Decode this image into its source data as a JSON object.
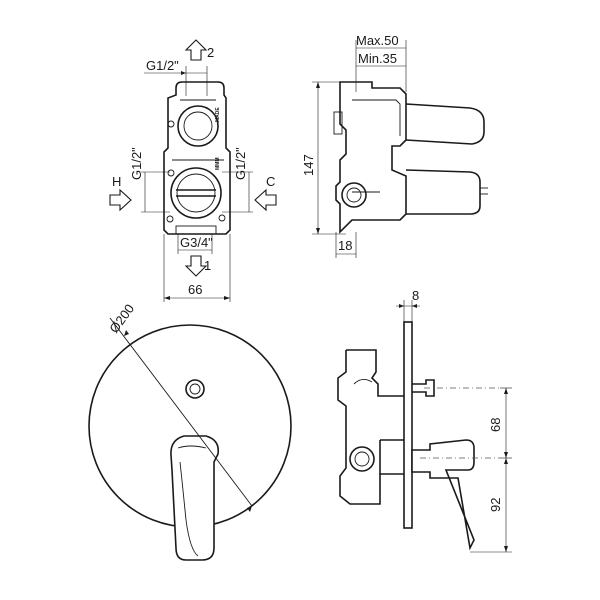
{
  "labels": {
    "thread_top": "G1/2\"",
    "thread_left": "G1/2\"",
    "thread_right": "G1/2\"",
    "thread_bottom": "G3/4\"",
    "outlet_top": "2",
    "outlet_bottom": "1",
    "inlet_hot": "H",
    "inlet_cold": "C",
    "width_body": "66",
    "depth_max": "Max.50",
    "depth_min": "Min.35",
    "height_body": "147",
    "depth_base": "18",
    "plate_diameter": "Ø200",
    "plate_thickness": "8",
    "dim_upper": "68",
    "dim_lower": "92"
  }
}
